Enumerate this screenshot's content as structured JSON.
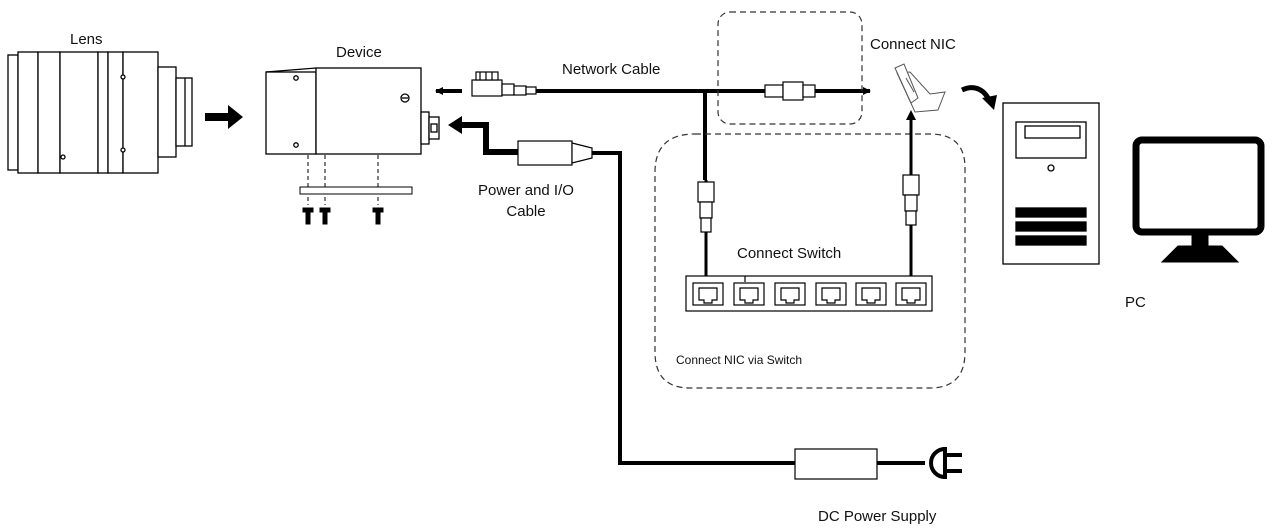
{
  "labels": {
    "lens": "Lens",
    "device": "Device",
    "network_cable": "Network Cable",
    "connect_nic": "Connect NIC",
    "power_io_line1": "Power and I/O",
    "power_io_line2": "Cable",
    "connect_switch": "Connect Switch",
    "connect_nic_via_switch": "Connect NIC via Switch",
    "pc": "PC",
    "dc_power_supply": "DC Power Supply"
  },
  "colors": {
    "line": "#000000",
    "fill": "#ffffff",
    "dashed": "#333333",
    "text": "#111111"
  }
}
